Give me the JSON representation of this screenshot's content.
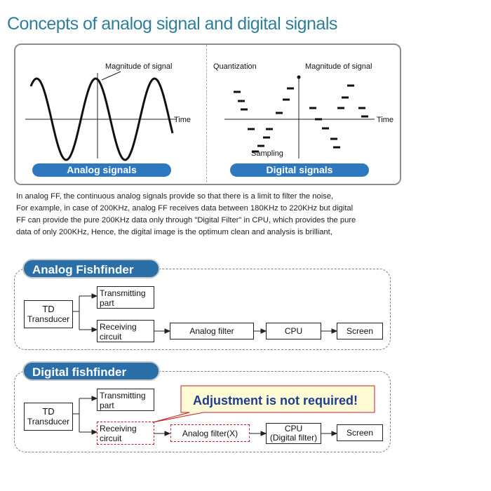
{
  "title": "Concepts of analog signal and digital signals",
  "analog": {
    "magnitude_label": "Magnitude of signal",
    "time_label": "Time",
    "pill_label": "Analog signals"
  },
  "digital": {
    "quantization_label": "Quantization",
    "magnitude_label": "Magnitude of signal",
    "time_label": "Time",
    "sampling_label": "Sampling",
    "pill_label": "Digital signals"
  },
  "description": [
    "In analog FF, the continuous analog signals provide so that there is a limit to filter the noise,",
    "For example, in case of 200KHz, analog FF receives data between 180KHz to 220KHz but digital",
    "FF can  provide the pure 200KHz data only through \"Digital Filter\" in CPU, which provides the pure",
    "data of only 200KHz, Hence, the digital image is the optimum clean and analysis is brilliant,"
  ],
  "analog_ff": {
    "title": "Analog Fishfinder",
    "td_line1": "TD",
    "td_line2": "Transducer",
    "transmitting": "Transmitting part",
    "receiving": "Receiving circuit",
    "filter": "Analog filter",
    "cpu": "CPU",
    "screen": "Screen"
  },
  "digital_ff": {
    "title": "Digital fishfinder",
    "td_line1": "TD",
    "td_line2": "Transducer",
    "transmitting": "Transmitting part",
    "receiving": "Receiving circuit",
    "filter": "Analog filter(X)",
    "cpu_line1": "CPU",
    "cpu_line2": "(Digital filter)",
    "screen": "Screen",
    "callout": "Adjustment is not required!"
  },
  "colors": {
    "title": "#2e7f9b",
    "pill": "#2d78bf",
    "section_tab": "#2a6fa7",
    "callout_fill": "#fffbd5",
    "callout_border": "#d0192b",
    "callout_text": "#1f3d8c"
  }
}
